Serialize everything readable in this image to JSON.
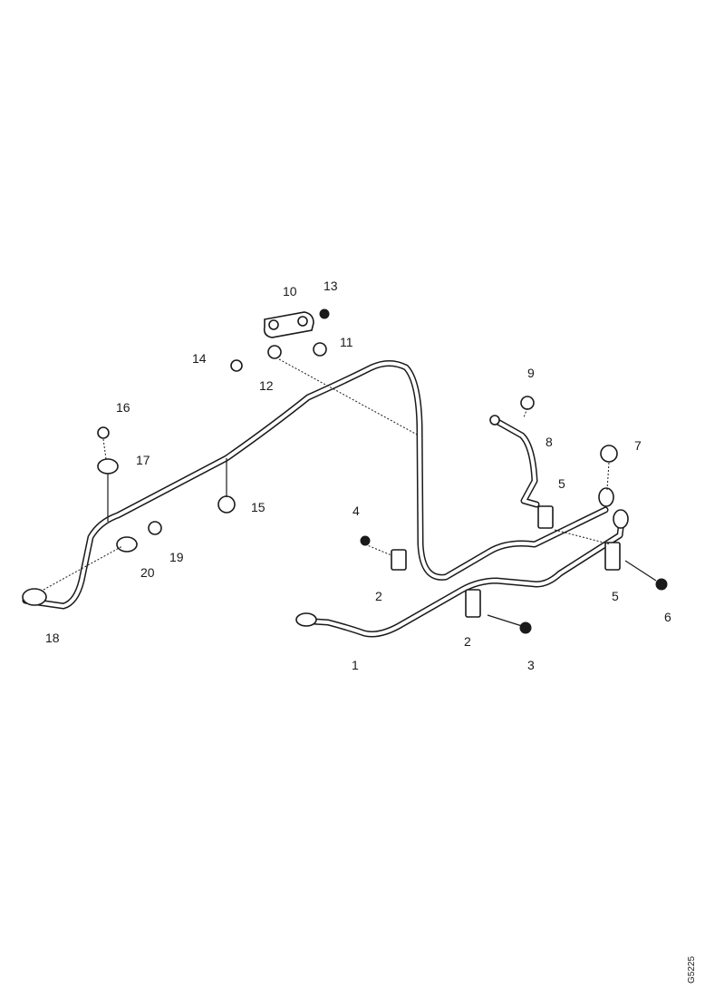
{
  "diagram": {
    "reference_code": "G5225",
    "callouts": {
      "c1": "1",
      "c2a": "2",
      "c2b": "2",
      "c3": "3",
      "c4": "4",
      "c5a": "5",
      "c5b": "5",
      "c6": "6",
      "c7": "7",
      "c8": "8",
      "c9": "9",
      "c10": "10",
      "c11": "11",
      "c12": "12",
      "c13": "13",
      "c14": "14",
      "c15": "15",
      "c16": "16",
      "c17": "17",
      "c18": "18",
      "c19": "19",
      "c20": "20"
    }
  }
}
